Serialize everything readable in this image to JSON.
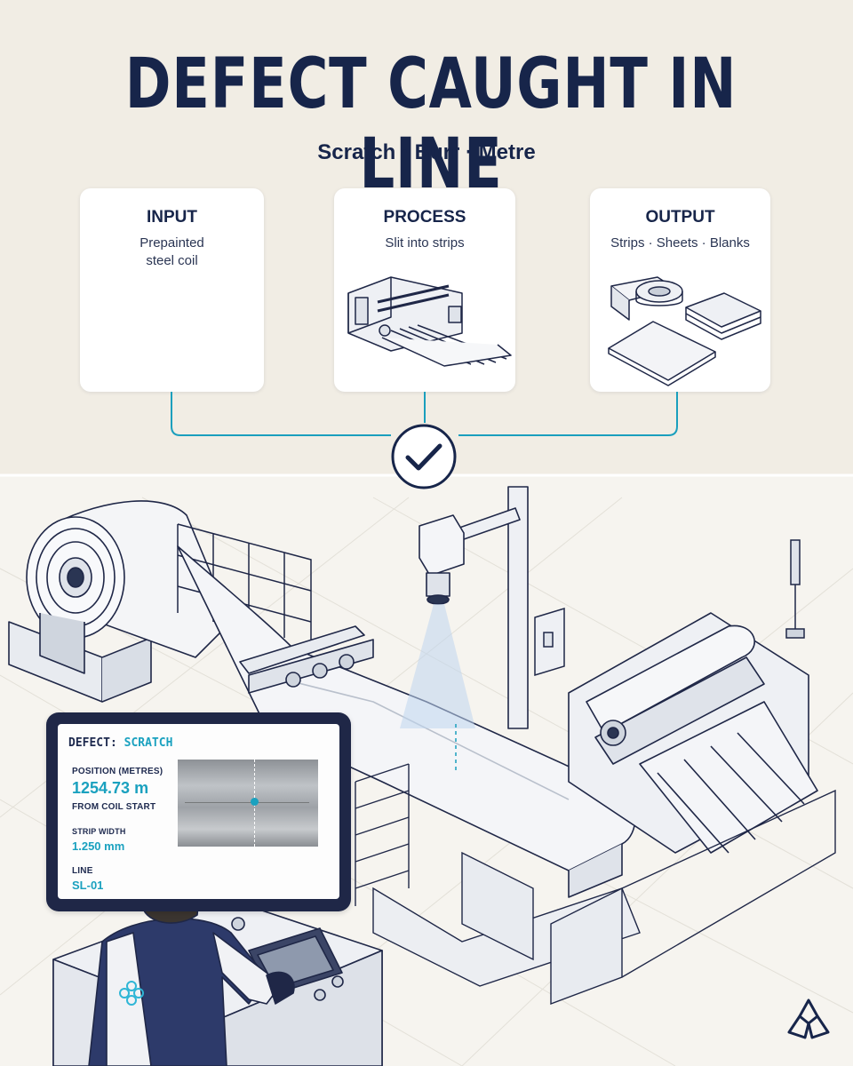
{
  "header": {
    "title": "DEFECT CAUGHT IN LINE",
    "subtitle": "Scratch · Burr · Metre"
  },
  "cards": [
    {
      "title": "INPUT",
      "desc_lines": [
        "Prepainted",
        "steel coil"
      ],
      "icon": "steel-coil-icon"
    },
    {
      "title": "PROCESS",
      "desc_lines": [
        "Slit into strips"
      ],
      "icon": "slitting-machine-icon"
    },
    {
      "title": "OUTPUT",
      "desc_lines": [
        "Strips · Sheets · Blanks"
      ],
      "icon": "strips-sheets-blanks-icon"
    }
  ],
  "checkmark": "check-icon",
  "monitor": {
    "defect_label": "DEFECT:",
    "defect_value": "SCRATCH",
    "position_label": "POSITION (METRES)",
    "position_value": "1254.73 m",
    "position_sub": "FROM COIL START",
    "width_label": "STRIP WIDTH",
    "width_value": "1.250 mm",
    "line_label": "LINE",
    "line_value": "SL-01"
  },
  "colors": {
    "navy": "#17254a",
    "accent_teal": "#1aa1bf",
    "background": "#f1ede4",
    "card": "#ffffff"
  },
  "logo": "brand-logo-icon"
}
